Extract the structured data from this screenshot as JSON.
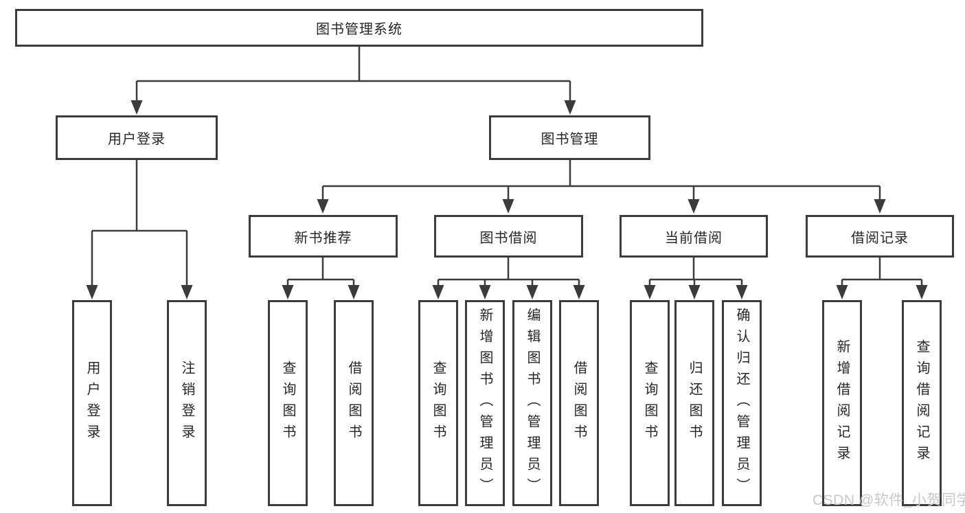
{
  "diagram": {
    "root": {
      "label": "图书管理系统",
      "children": [
        {
          "label": "用户登录",
          "children": [
            {
              "label": "用户登录"
            },
            {
              "label": "注销登录"
            }
          ]
        },
        {
          "label": "图书管理",
          "children": [
            {
              "label": "新书推荐",
              "children": [
                {
                  "label": "查询图书"
                },
                {
                  "label": "借阅图书"
                }
              ]
            },
            {
              "label": "图书借阅",
              "children": [
                {
                  "label": "查询图书"
                },
                {
                  "label": "新增图书（管理员）"
                },
                {
                  "label": "编辑图书（管理员）"
                },
                {
                  "label": "借阅图书"
                }
              ]
            },
            {
              "label": "当前借阅",
              "children": [
                {
                  "label": "查询图书"
                },
                {
                  "label": "归还图书"
                },
                {
                  "label": "确认归还（管理员）"
                }
              ]
            },
            {
              "label": "借阅记录",
              "children": [
                {
                  "label": "新增借阅记录"
                },
                {
                  "label": "查询借阅记录"
                }
              ]
            }
          ]
        }
      ]
    }
  },
  "watermark": {
    "text": "CSDN @软件_小贺同学"
  },
  "colors": {
    "line": "#3b3b3b",
    "box_border": "#3b3b3b",
    "box_fill": "#ffffff",
    "text": "#262626",
    "watermark": "#c6c9cc",
    "background": "#ffffff"
  }
}
